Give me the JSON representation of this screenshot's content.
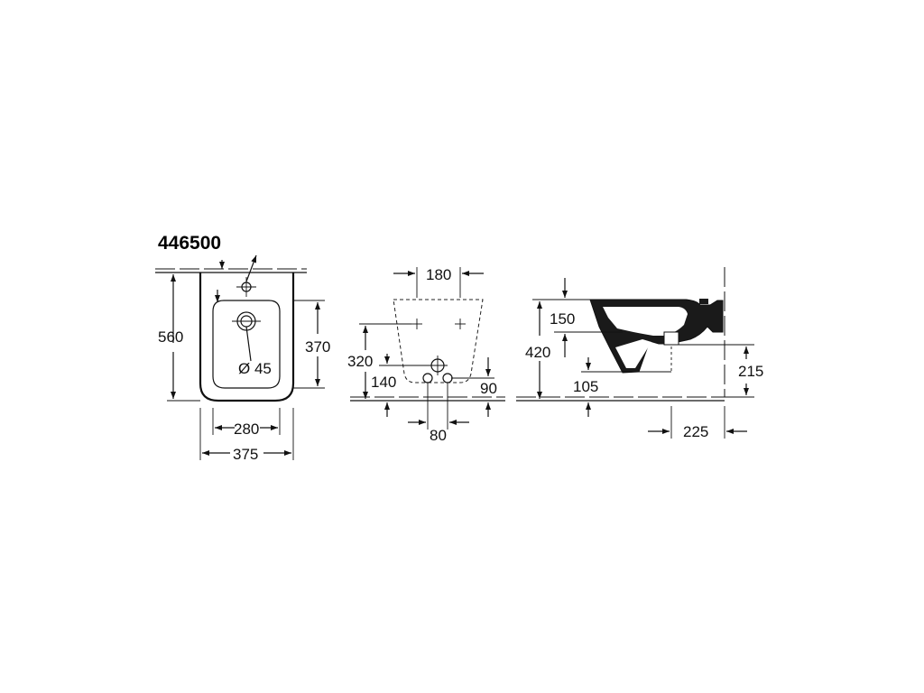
{
  "model_number": "446500",
  "front_view": {
    "height": "560",
    "bowl_height": "370",
    "bowl_width": "280",
    "overall_width": "375",
    "drain_diameter": "Ø 45"
  },
  "wall_view": {
    "bolt_spacing": "180",
    "bolt_height": "320",
    "supply_height": "140",
    "waste_height": "90",
    "waste_spacing": "80"
  },
  "side_view": {
    "rim_drop": "150",
    "rim_height": "420",
    "outlet_height": "105",
    "waste_outlet_height": "215",
    "waste_projection": "225"
  },
  "colors": {
    "line": "#111111",
    "background": "#ffffff"
  }
}
